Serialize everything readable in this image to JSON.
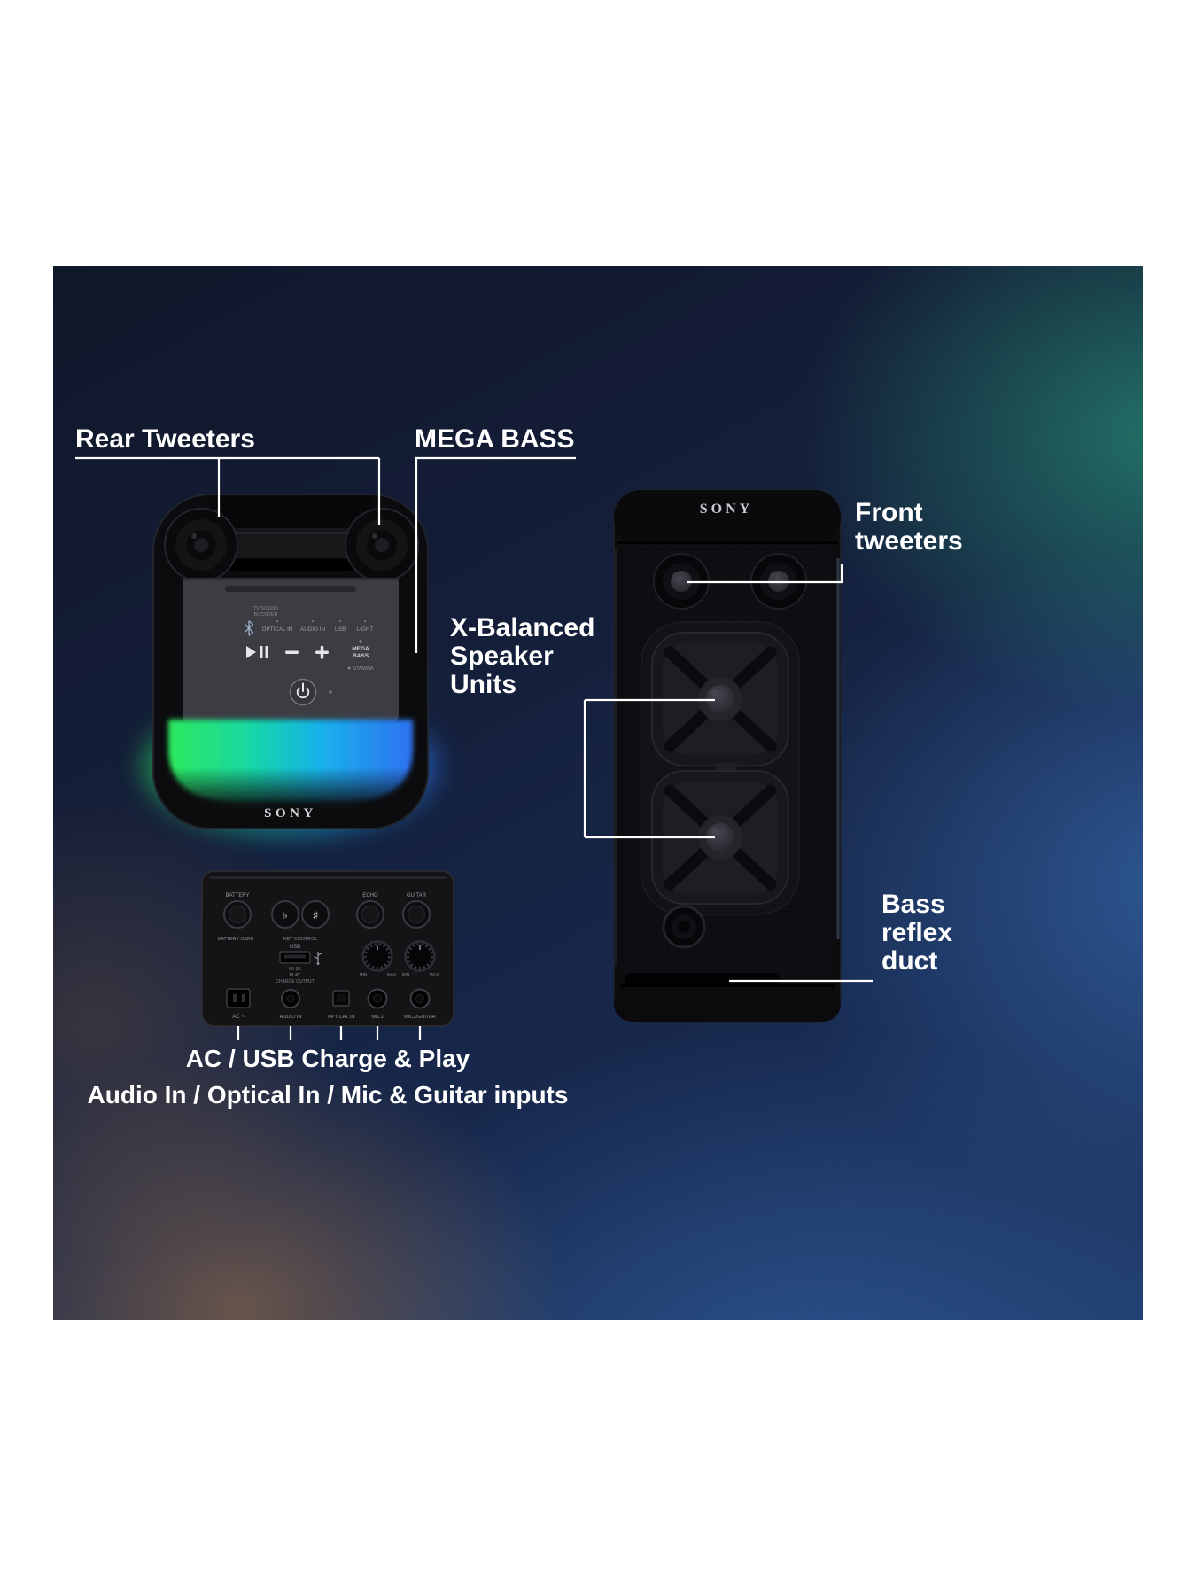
{
  "callouts": {
    "rear_tweeters": "Rear Tweeters",
    "mega_bass": "MEGA BASS",
    "front_tweeters": [
      "Front",
      "tweeters"
    ],
    "x_balanced": [
      "X-Balanced",
      "Speaker",
      "Units"
    ],
    "bass_reflex": [
      "Bass",
      "reflex",
      "duct"
    ],
    "io_caption": [
      "AC / USB Charge & Play",
      "Audio In / Optical In / Mic & Guitar inputs"
    ]
  },
  "top_view": {
    "brand": "SONY",
    "tiny_line1": "TV SOUND",
    "tiny_line2": "BOOSTER",
    "labels": [
      "OPTICAL IN",
      "AUDIO IN",
      "USB",
      "LIGHT"
    ],
    "mega_button": [
      "MEGA",
      "BASS"
    ],
    "stamina": "STAMINA"
  },
  "front_view": {
    "brand": "SONY"
  },
  "rear_panel": {
    "battery_label": "BATTERY",
    "battery_care": "BATTERY CARE",
    "key_control": "KEY CONTROL",
    "flat": "♭",
    "sharp": "♯",
    "echo": "ECHO",
    "guitar": "GUITAR",
    "usb": "USB",
    "usb_spec": "5V 3A",
    "usb_play": "PLAY",
    "usb_charge": "CHARGE OUTPUT",
    "ac": "AC ~",
    "audio_in": "AUDIO IN",
    "optical_in": "OPTICAL IN",
    "mic1": "MIC1",
    "mic2": "MIC2/GUITAR",
    "min": "MIN",
    "max": "MAX"
  },
  "colors": {
    "background_navy": "#16254a",
    "accent_teal": "#2ebe8c",
    "accent_orange": "#d79146",
    "led_green": "#2ce95e",
    "led_blue": "#2e72f2",
    "label_white": "#ffffff"
  }
}
